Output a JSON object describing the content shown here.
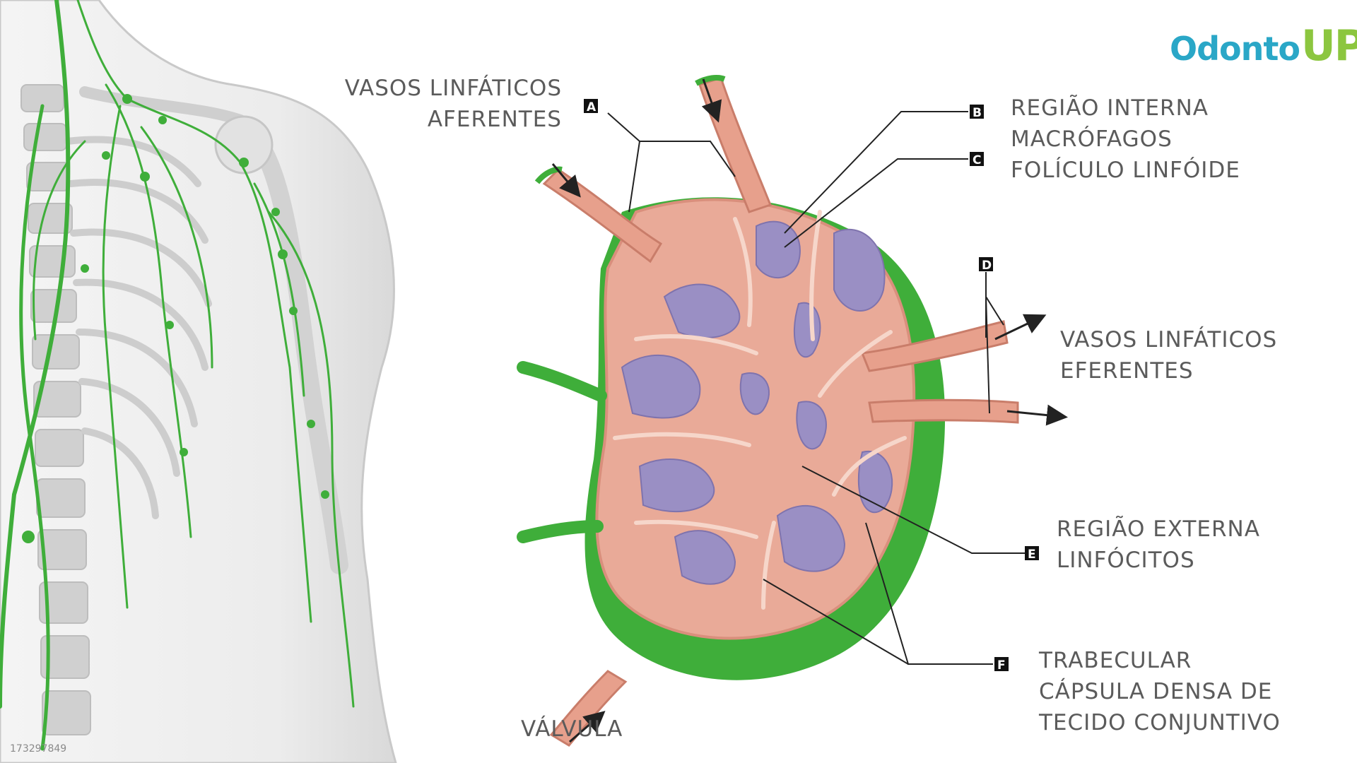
{
  "brand": {
    "name_part1": "Odonto",
    "name_part2": "UP",
    "color_primary": "#2aa7c7",
    "color_secondary": "#8cc63f"
  },
  "markers": [
    "A",
    "B",
    "C",
    "D",
    "E",
    "F"
  ],
  "labels": {
    "afferent": [
      "VASOS LINFÁTICOS",
      "AFERENTES"
    ],
    "internal": [
      "REGIÃO INTERNA",
      "MACRÓFAGOS",
      "FOLÍCULO LINFÓIDE"
    ],
    "efferent": [
      "VASOS LINFÁTICOS",
      "EFERENTES"
    ],
    "external": [
      "REGIÃO EXTERNA",
      "LINFÓCITOS"
    ],
    "capsule": [
      "TRABECULAR",
      "CÁPSULA DENSA DE",
      "TECIDO CONJUNTIVO"
    ],
    "valve": "VÁLVULA"
  },
  "image_code": "173297849",
  "colors": {
    "lymph_green": "#3fae3a",
    "node_tissue": "#e9aa98",
    "follicle": "#9a8fc4",
    "label_text": "#5b5b5b"
  }
}
